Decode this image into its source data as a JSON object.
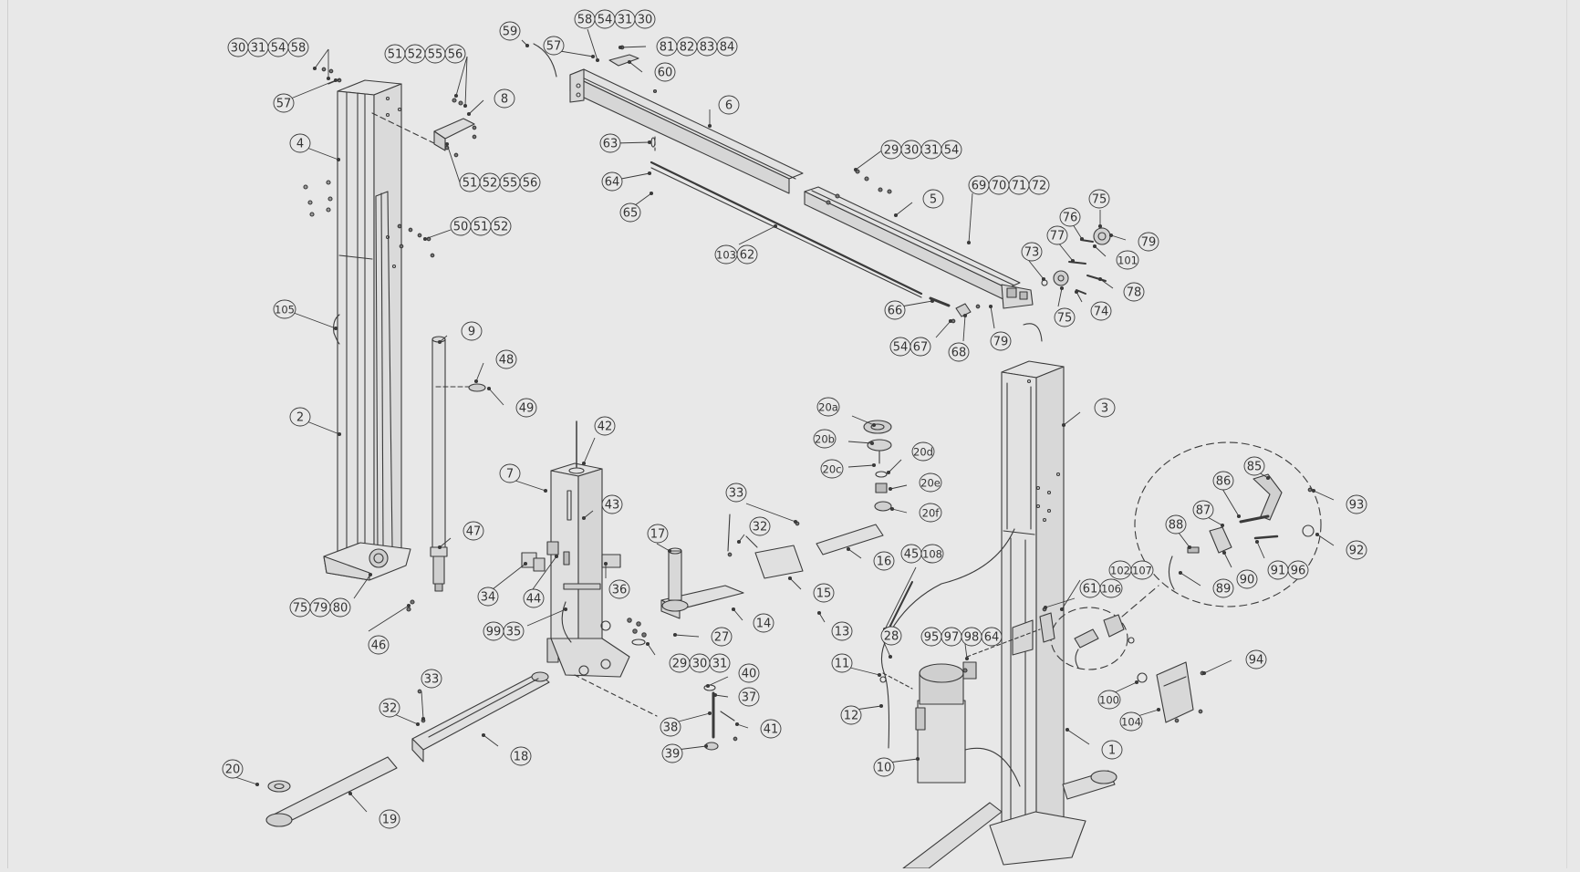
{
  "diagram": {
    "type": "exploded-parts-view",
    "colors": {
      "background": "#e8e8e8",
      "line": "#3a3a3a",
      "part_fill": "#e2e2e2"
    },
    "callouts": [
      {
        "labels": [
          "30",
          "31",
          "54",
          "58"
        ]
      },
      {
        "labels": [
          "57"
        ]
      },
      {
        "labels": [
          "51",
          "52",
          "55",
          "56"
        ]
      },
      {
        "labels": [
          "8"
        ]
      },
      {
        "labels": [
          "51",
          "52",
          "55",
          "56"
        ]
      },
      {
        "labels": [
          "4"
        ]
      },
      {
        "labels": [
          "50",
          "51",
          "52"
        ]
      },
      {
        "labels": [
          "105"
        ]
      },
      {
        "labels": [
          "9"
        ]
      },
      {
        "labels": [
          "48"
        ]
      },
      {
        "labels": [
          "49"
        ]
      },
      {
        "labels": [
          "2"
        ]
      },
      {
        "labels": [
          "47"
        ]
      },
      {
        "labels": [
          "75",
          "79",
          "80"
        ]
      },
      {
        "labels": [
          "46"
        ]
      },
      {
        "labels": [
          "59"
        ]
      },
      {
        "labels": [
          "58",
          "54",
          "31",
          "30"
        ]
      },
      {
        "labels": [
          "57"
        ]
      },
      {
        "labels": [
          "81",
          "82",
          "83",
          "84"
        ]
      },
      {
        "labels": [
          "60"
        ]
      },
      {
        "labels": [
          "6"
        ]
      },
      {
        "labels": [
          "63"
        ]
      },
      {
        "labels": [
          "64"
        ]
      },
      {
        "labels": [
          "65"
        ]
      },
      {
        "labels": [
          "103",
          "62"
        ]
      },
      {
        "labels": [
          "29",
          "30",
          "31",
          "54"
        ]
      },
      {
        "labels": [
          "5"
        ]
      },
      {
        "labels": [
          "69",
          "70",
          "71",
          "72"
        ]
      },
      {
        "labels": [
          "75"
        ]
      },
      {
        "labels": [
          "76"
        ]
      },
      {
        "labels": [
          "79"
        ]
      },
      {
        "labels": [
          "77"
        ]
      },
      {
        "labels": [
          "101"
        ]
      },
      {
        "labels": [
          "73"
        ]
      },
      {
        "labels": [
          "78"
        ]
      },
      {
        "labels": [
          "75"
        ]
      },
      {
        "labels": [
          "74"
        ]
      },
      {
        "labels": [
          "66"
        ]
      },
      {
        "labels": [
          "54",
          "67"
        ]
      },
      {
        "labels": [
          "68"
        ]
      },
      {
        "labels": [
          "79"
        ]
      },
      {
        "labels": [
          "3"
        ]
      },
      {
        "labels": [
          "20a"
        ]
      },
      {
        "labels": [
          "20b"
        ]
      },
      {
        "labels": [
          "20d"
        ]
      },
      {
        "labels": [
          "20c"
        ]
      },
      {
        "labels": [
          "20e"
        ]
      },
      {
        "labels": [
          "20f"
        ]
      },
      {
        "labels": [
          "42"
        ]
      },
      {
        "labels": [
          "7"
        ]
      },
      {
        "labels": [
          "43"
        ]
      },
      {
        "labels": [
          "33"
        ]
      },
      {
        "labels": [
          "32"
        ]
      },
      {
        "labels": [
          "17"
        ]
      },
      {
        "labels": [
          "16"
        ]
      },
      {
        "labels": [
          "36"
        ]
      },
      {
        "labels": [
          "34"
        ]
      },
      {
        "labels": [
          "44"
        ]
      },
      {
        "labels": [
          "15"
        ]
      },
      {
        "labels": [
          "45",
          "108"
        ]
      },
      {
        "labels": [
          "14"
        ]
      },
      {
        "labels": [
          "99",
          "35"
        ]
      },
      {
        "labels": [
          "27"
        ]
      },
      {
        "labels": [
          "13"
        ]
      },
      {
        "labels": [
          "29",
          "30",
          "31"
        ]
      },
      {
        "labels": [
          "28"
        ]
      },
      {
        "labels": [
          "95",
          "97",
          "98",
          "64"
        ]
      },
      {
        "labels": [
          "11"
        ]
      },
      {
        "labels": [
          "40"
        ]
      },
      {
        "labels": [
          "37"
        ]
      },
      {
        "labels": [
          "33"
        ]
      },
      {
        "labels": [
          "32"
        ]
      },
      {
        "labels": [
          "38"
        ]
      },
      {
        "labels": [
          "41"
        ]
      },
      {
        "labels": [
          "12"
        ]
      },
      {
        "labels": [
          "18"
        ]
      },
      {
        "labels": [
          "39"
        ]
      },
      {
        "labels": [
          "10"
        ]
      },
      {
        "labels": [
          "1"
        ]
      },
      {
        "labels": [
          "20"
        ]
      },
      {
        "labels": [
          "19"
        ]
      },
      {
        "labels": [
          "85"
        ]
      },
      {
        "labels": [
          "93"
        ]
      },
      {
        "labels": [
          "86"
        ]
      },
      {
        "labels": [
          "87"
        ]
      },
      {
        "labels": [
          "88"
        ]
      },
      {
        "labels": [
          "92"
        ]
      },
      {
        "labels": [
          "102",
          "107"
        ]
      },
      {
        "labels": [
          "61",
          "106"
        ]
      },
      {
        "labels": [
          "89"
        ]
      },
      {
        "labels": [
          "90"
        ]
      },
      {
        "labels": [
          "91",
          "96"
        ]
      },
      {
        "labels": [
          "94"
        ]
      },
      {
        "labels": [
          "100"
        ]
      },
      {
        "labels": [
          "104"
        ]
      }
    ]
  }
}
